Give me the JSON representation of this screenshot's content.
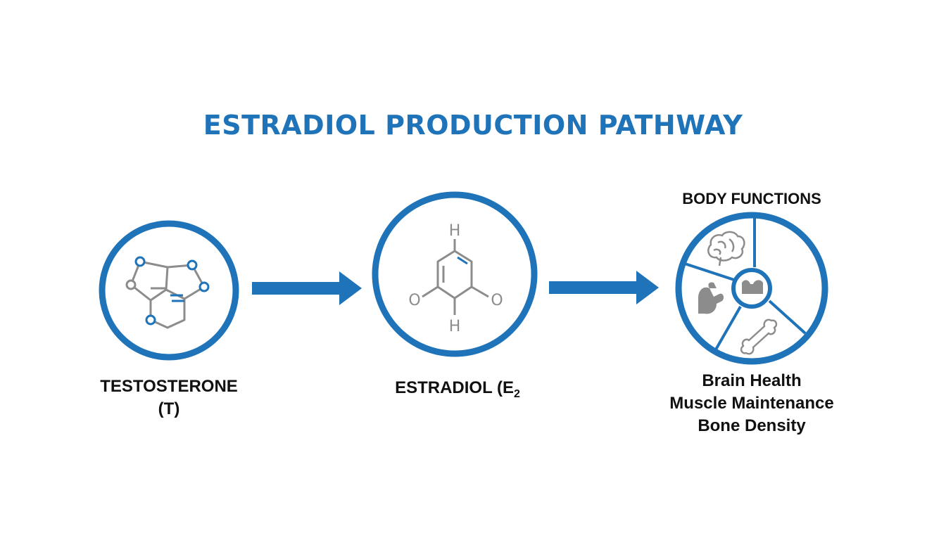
{
  "title": "ESTRADIOL PRODUCTION PATHWAY",
  "colors": {
    "accent": "#1f73b8",
    "molecule_gray": "#8c8c8c",
    "text": "#111111"
  },
  "nodes": {
    "testosterone": {
      "label_line1": "TESTOSTERONE",
      "label_line2": "(T)"
    },
    "estradiol": {
      "label_main": "ESTRADIOL (E",
      "label_sub": "2",
      "atoms": {
        "top_h": "H",
        "bottom_h": "H",
        "left_o": "O",
        "right_o": "O"
      }
    },
    "body_functions": {
      "heading": "BODY FUNCTIONS",
      "icons": [
        "brain-icon",
        "muscle-icon",
        "bone-icon",
        "flexed-arm-icon"
      ],
      "functions": [
        "Brain Health",
        "Muscle Maintenance",
        "Bone Density"
      ]
    }
  }
}
